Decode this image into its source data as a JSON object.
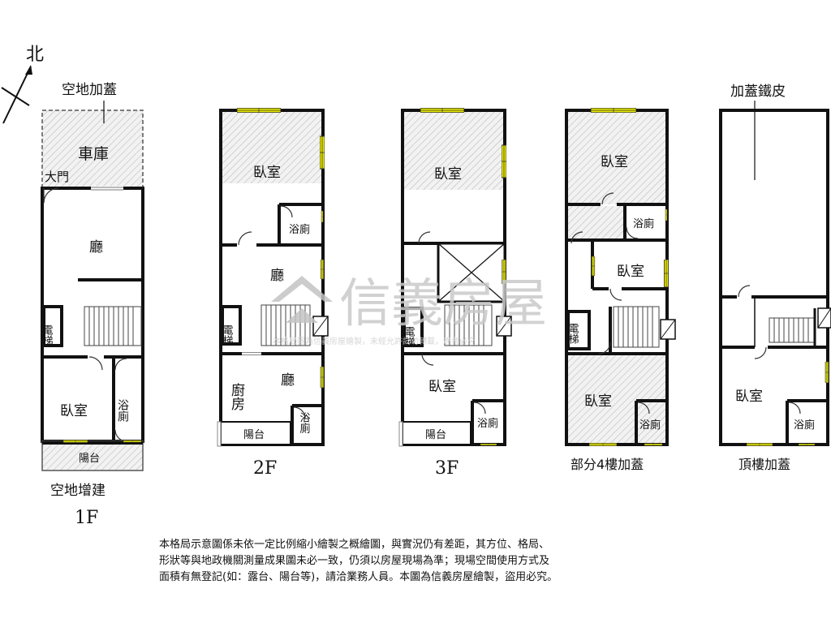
{
  "north_label": "北",
  "watermark": {
    "brand": "信義房屋",
    "tagline": "本格局圖為信義房屋繪製，未經允許請勿轉載，違者必究"
  },
  "floor_1f": {
    "title": "1F",
    "open_land_addition_top": "空地加蓋",
    "garage": "車庫",
    "main_door": "大門",
    "living_room": "廳",
    "elevator": "電梯",
    "bedroom": "臥室",
    "bathroom": "浴廁",
    "balcony": "陽台",
    "open_land_extension": "空地增建"
  },
  "floor_2f": {
    "title": "2F",
    "bedroom": "臥室",
    "bathroom_top": "浴廁",
    "living_room_top": "廳",
    "elevator": "電梯",
    "kitchen": "廚房",
    "living_room_bottom": "廳",
    "bathroom_bottom": "浴廁",
    "balcony": "陽台"
  },
  "floor_3f": {
    "title": "3F",
    "bedroom_top": "臥室",
    "elevator": "電梯",
    "bedroom_bottom": "臥室",
    "bathroom": "浴廁",
    "balcony": "陽台"
  },
  "floor_4f": {
    "title": "部分4樓加蓋",
    "bedroom_top": "臥室",
    "bathroom_top": "浴廁",
    "bedroom_middle": "臥室",
    "elevator": "電梯",
    "bedroom_bottom": "臥室",
    "bathroom_bottom": "浴廁"
  },
  "floor_roof": {
    "title": "頂樓加蓋",
    "iron_sheet_addition": "加蓋鐵皮",
    "bedroom": "臥室",
    "bathroom": "浴廁"
  },
  "disclaimer": [
    "本格局示意圖係未依一定比例縮小繪製之概繪圖，與實況仍有差距，其方位、格局、",
    "形狀等與地政機關測量成果圖未必一致，仍須以房屋現場為準；現場空間使用方式及",
    "面積有無登記(如：露台、陽台等)，請洽業務人員。本圖為信義房屋繪製，盜用必究。"
  ]
}
